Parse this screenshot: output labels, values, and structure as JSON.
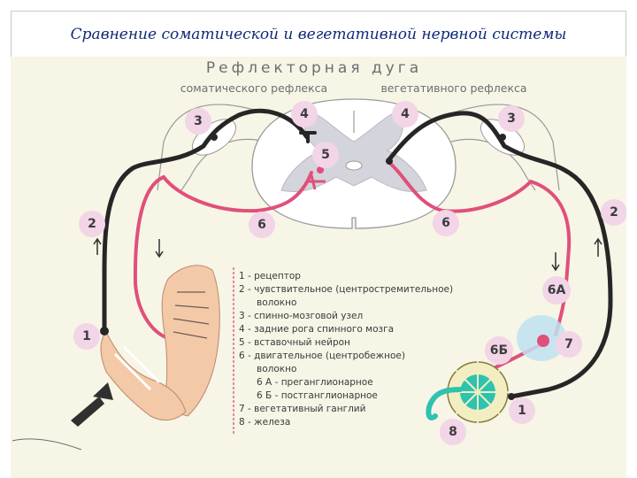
{
  "title": "Сравнение соматической и вегетативной нервной системы",
  "diagram": {
    "heading": "Рефлекторная дуга",
    "subheading_left": "соматического рефлекса",
    "subheading_right": "вегетативного рефлекса",
    "markers": {
      "n1_left": "1",
      "n2_left": "2",
      "n3_left": "3",
      "n4_left": "4",
      "n5": "5",
      "n6_left": "6",
      "n4_right": "4",
      "n3_right": "3",
      "n2_right": "2",
      "n6_right": "6",
      "n6a": "6А",
      "n6b": "6Б",
      "n7": "7",
      "n1_right": "1",
      "n8": "8"
    },
    "legend": [
      "1 - рецептор",
      "2 - чувствительное  (центростремительное)",
      "      волокно",
      "3 - спинно-мозговой узел",
      "4 - задние рога спинного мозга",
      "5 - вставочный нейрон",
      "6 - двигательное (центробежное)",
      "      волокно",
      "      6 А - преганглионарное",
      "      6 Б - постганглионарное",
      "7 - вегетативный ганглий",
      "8 - железа"
    ]
  },
  "colors": {
    "title": "#0f2a7a",
    "panel": "#f7f5e6",
    "sensory_fiber": "#262626",
    "motor_fiber": "#e0507a",
    "marker_bg": "#f2d5e6",
    "gray_matter": "#d4d4dc",
    "ganglion": "#bfe2f0",
    "gland": "#f2eec2",
    "gland_secretion": "#2ec2b0",
    "arm": "#f4c9a8"
  },
  "icons": [
    "arrow-up-icon",
    "arrow-down-icon",
    "stimulus-arrow-icon"
  ]
}
